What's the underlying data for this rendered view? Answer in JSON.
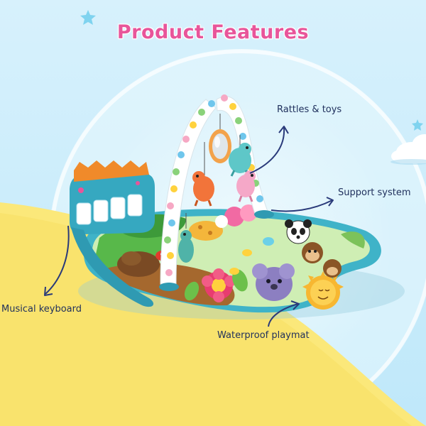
{
  "page": {
    "title": "Product Features"
  },
  "features": [
    {
      "label": "Rattles & toys"
    },
    {
      "label": "Support system"
    },
    {
      "label": "Musical keyboard"
    },
    {
      "label": "Waterproof playmat"
    }
  ],
  "colors": {
    "title": "#e8559a",
    "label": "#1f2f5c",
    "arrow": "#2a3a7a",
    "sky": "#c9ecfb",
    "sand": "#fbe87a",
    "teal": "#3fb3c8"
  }
}
